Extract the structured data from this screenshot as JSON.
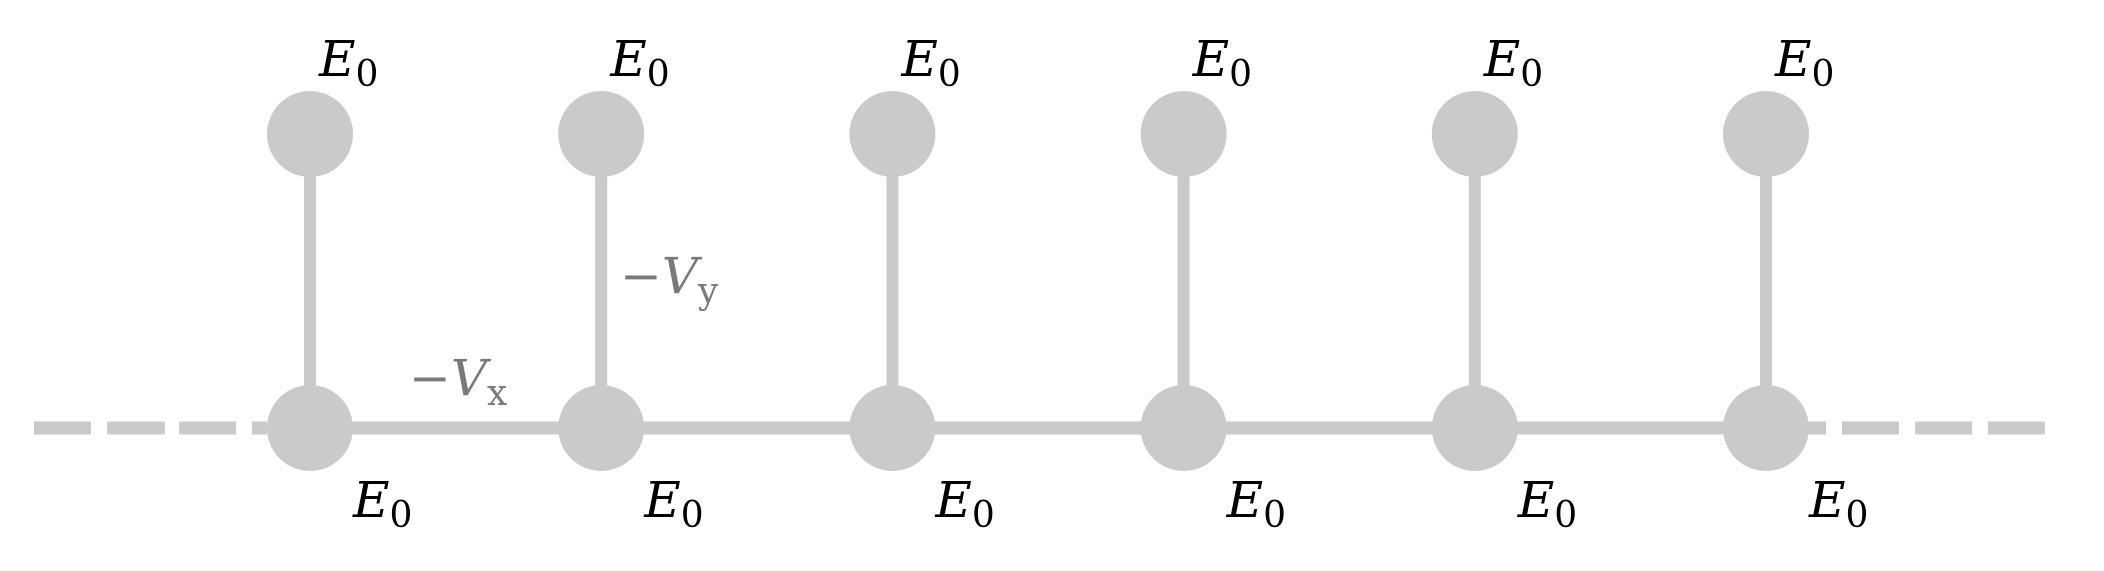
{
  "diagram": {
    "type": "ladder-lattice",
    "node_color": "#cacaca",
    "edge_color": "#cacaca",
    "coupling_label_color": "#7a7a7a",
    "site_count": 6,
    "site_energy": {
      "symbol": "E",
      "subscript": "0"
    },
    "coupling_x": {
      "sign": "−",
      "symbol": "V",
      "subscript": "x"
    },
    "coupling_y": {
      "sign": "−",
      "symbol": "V",
      "subscript": "y"
    },
    "chain_continues_both_ends": true
  }
}
